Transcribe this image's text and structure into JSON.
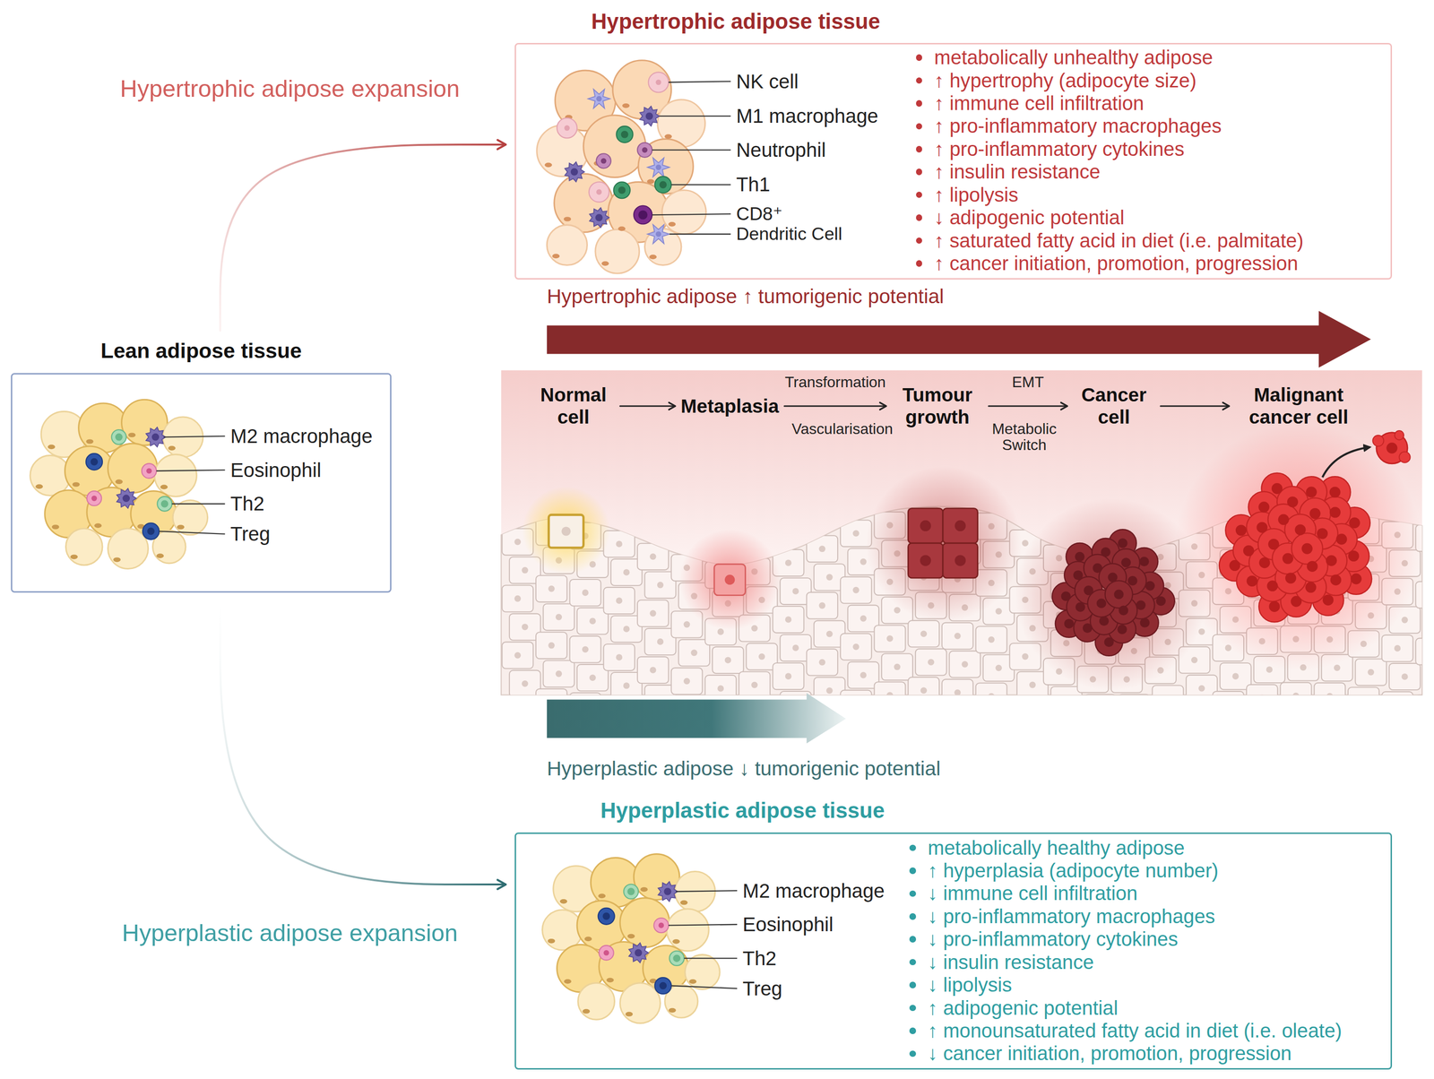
{
  "diagram": {
    "nodes": [
      {
        "text": [
          "Lean adipose tissue"
        ]
      },
      {
        "text": [
          "Hypertrophic adipose tissue",
          "metabolically unhealthy adipose",
          "↑ hypertrophy (adipocyte size)",
          "↑ immune cell infiltration",
          "↑ pro-inflammatory macrophages",
          "↑ pro-inflammatory cytokines",
          "↑ insulin resistance",
          "↑ lipolysis",
          "↓ adipogenic potential",
          "↑ saturated fatty acid in diet (i.e. palmitate)",
          "↑ cancer initiation, promotion, progression"
        ]
      },
      {
        "text": [
          "Hyperplastic adipose tissue",
          "metabolically healthy adipose",
          "↑ hyperplasia (adipocyte number)",
          "↓ immune cell infiltration",
          "↓ pro-inflammatory macrophages",
          "↓ pro-inflammatory cytokines",
          "↓ insulin resistance",
          "↓ lipolysis",
          "↑ adipogenic potential",
          "↑ monounsaturated fatty acid in diet (i.e. oleate)",
          "↓ cancer initiation, promotion, progression"
        ]
      },
      {
        "text": [
          "Normal cell"
        ]
      },
      {
        "text": [
          "Metaplasia"
        ]
      },
      {
        "text": [
          "Tumour growth"
        ]
      },
      {
        "text": [
          "Cancer cell"
        ]
      },
      {
        "text": [
          "Malignant cancer cell"
        ]
      }
    ],
    "edges": [
      {
        "from": 0,
        "to": 1,
        "label": "Hypertrophic adipose expansion",
        "arrow": "to"
      },
      {
        "from": 0,
        "to": 2,
        "label": "Hyperplastic adipose expansion",
        "arrow": "to"
      },
      {
        "from": 3,
        "to": 4,
        "arrow": "to"
      },
      {
        "from": 4,
        "to": 5,
        "label": "Transformation",
        "arrow": "to"
      },
      {
        "from": 5,
        "to": 6,
        "label": "EMT",
        "arrow": "to"
      },
      {
        "from": 6,
        "to": 7,
        "arrow": "to"
      }
    ],
    "labels": [
      "NK cell",
      "M1 macrophage",
      "Neutrophil",
      "Th1",
      "CD8⁺",
      "Dendritic Cell",
      "Hypertrophic adipose ↑ tumorigenic potential",
      "Vascularisation",
      "M2 macrophage",
      "Metabolic Switch",
      "Eosinophil",
      "Th2",
      "Treg",
      "Hyperplastic adipose ↓ tumorigenic potential",
      "M2 macrophage",
      "Eosinophil",
      "Th2",
      "Treg"
    ]
  }
}
